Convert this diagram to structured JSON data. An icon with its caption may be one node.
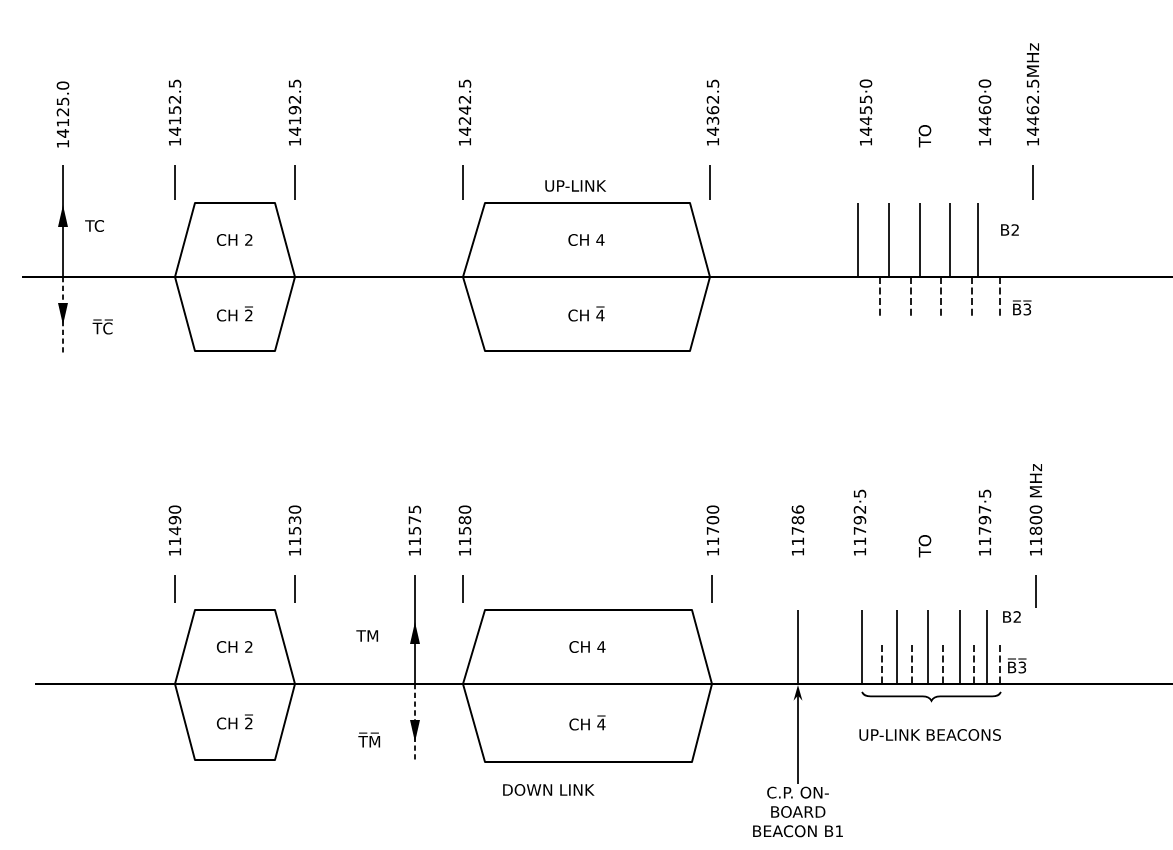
{
  "diagram": {
    "nodes": [
      {
        "text": [
          "CH 2",
          "CH 2̅"
        ]
      },
      {
        "text": [
          "CH 4",
          "CH 4̅"
        ]
      },
      {
        "text": [
          "CH 2",
          "CH 2̅"
        ]
      },
      {
        "text": [
          "CH 4",
          "CH 4̅"
        ]
      },
      {
        "text": [],
        "shape": "bar"
      },
      {
        "text": [
          "C.P. ON-BOARD BEACON B1"
        ]
      }
    ],
    "edges": [
      {
        "from": 5,
        "to": 4,
        "arrow": "to"
      }
    ],
    "labels": [
      "14125.0",
      "14152.5",
      "14192.5",
      "14242.5",
      "UP-LINK",
      "14362.5",
      "14455·0",
      "TO",
      "14460·0",
      "14462.5MHz",
      "TC",
      "B2",
      "T̅C̅",
      "B̅3̅",
      "11490",
      "11530",
      "11575",
      "11580",
      "11700",
      "11786",
      "11792·5",
      "TO",
      "11797·5",
      "11800 MHz",
      "B2",
      "TM",
      "B̅3̅",
      "T̅M̅",
      "UP-LINK BEACONS",
      "DOWN LINK"
    ]
  }
}
